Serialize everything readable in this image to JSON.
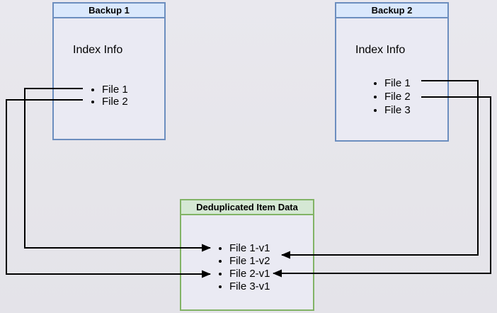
{
  "diagram": {
    "backup1": {
      "title": "Backup 1",
      "section_label": "Index Info",
      "items": [
        "File 1",
        "File 2"
      ]
    },
    "backup2": {
      "title": "Backup 2",
      "section_label": "Index Info",
      "items": [
        "File 1",
        "File 2",
        "File 3"
      ]
    },
    "dedup": {
      "title": "Deduplicated Item Data",
      "items": [
        "File 1-v1",
        "File 1-v2",
        "File 2-v1",
        "File 3-v1"
      ]
    },
    "connections": [
      {
        "from": "Backup 1 / File 1",
        "to": "File 1-v1",
        "route": "left"
      },
      {
        "from": "Backup 1 / File 2",
        "to": "File 2-v1",
        "route": "left"
      },
      {
        "from": "Backup 2 / File 1",
        "to": "File 1-v2",
        "route": "right"
      },
      {
        "from": "Backup 2 / File 2",
        "to": "File 2-v1",
        "route": "right"
      }
    ],
    "colors": {
      "backup_border": "#6c8ebf",
      "backup_header_fill": "#dae8fc",
      "dedup_border": "#82b366",
      "dedup_header_fill": "#d5e8d4",
      "box_body_fill": "#eaeaf3",
      "connector": "#000000",
      "page_background": "#e7e6eb"
    }
  }
}
